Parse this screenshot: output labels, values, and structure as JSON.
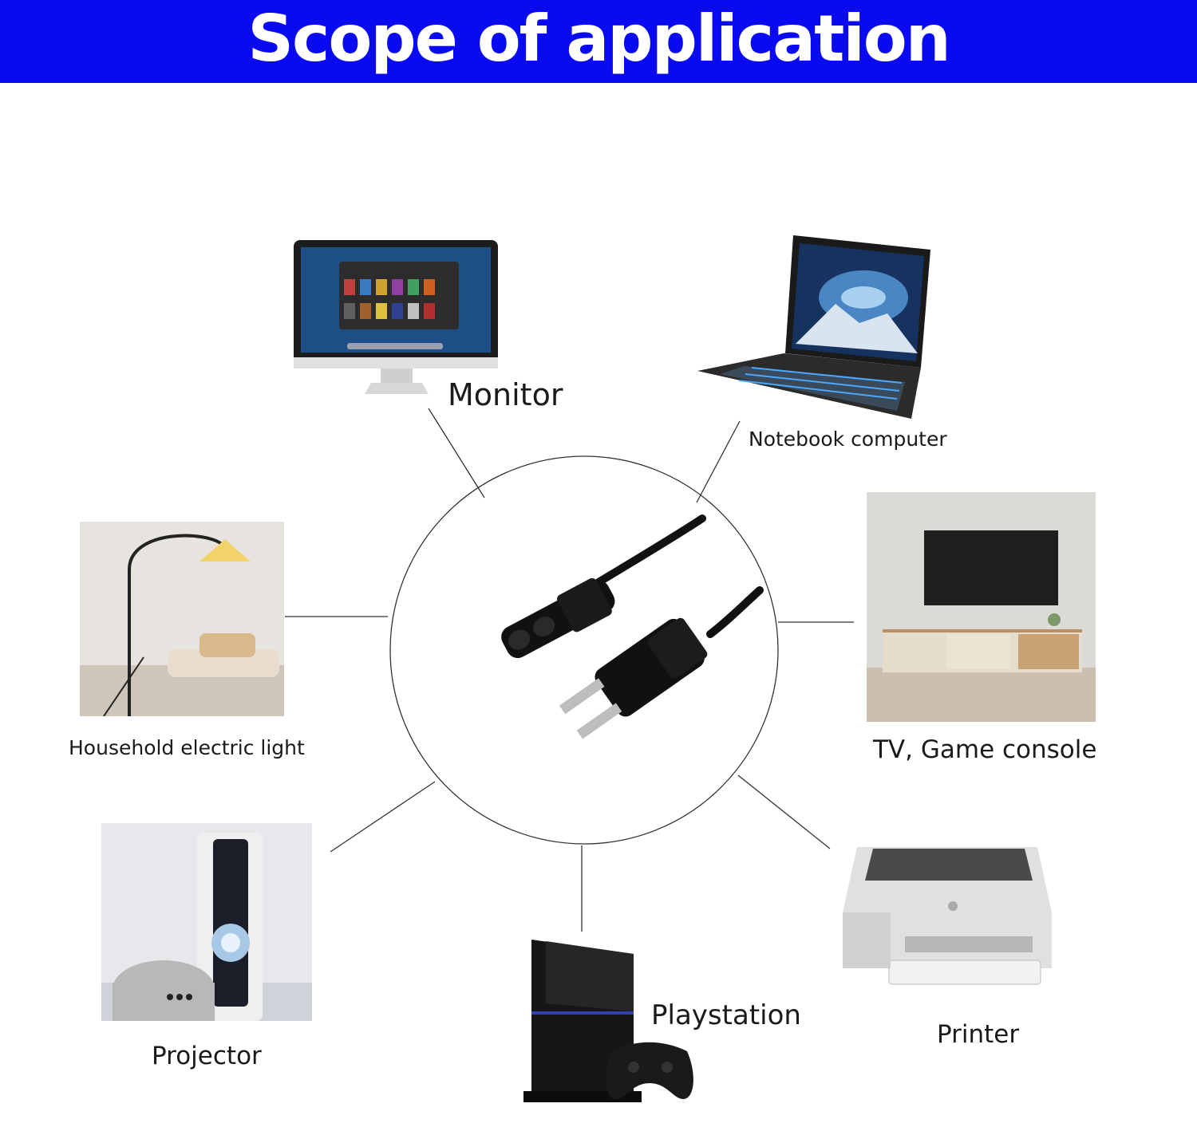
{
  "banner": {
    "title": "Scope of application",
    "color": "#0a0af0"
  },
  "devices": {
    "monitor": "Monitor",
    "notebook": "Notebook computer",
    "light": "Household electric light",
    "tv": "TV, Game console",
    "projector": "Projector",
    "playstation": "Playstation",
    "printer": "Printer"
  },
  "center_item": {
    "icon": "power-cord-icon"
  }
}
